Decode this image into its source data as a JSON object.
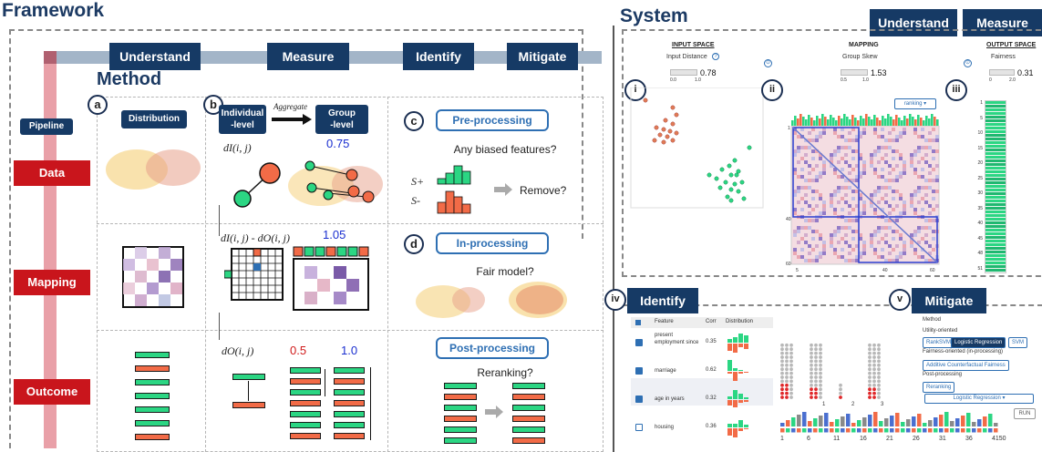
{
  "framework": {
    "title": "Framework",
    "stages": [
      "Understand",
      "Measure",
      "Identify",
      "Mitigate"
    ],
    "method_title": "Method",
    "pipeline_label": "Pipeline",
    "rows": [
      "Data",
      "Mapping",
      "Outcome"
    ],
    "a": {
      "label": "a",
      "title": "Distribution"
    },
    "b": {
      "label": "b",
      "individual": "Individual\n-level",
      "aggregate": "Aggregate",
      "group": "Group\n-level",
      "dist_i": "dI(i, j)",
      "val1": "0.75",
      "dist_diff": "dI(i, j) - dO(i, j)",
      "val2": "1.05",
      "dist_o": "dO(i, j)",
      "val3a": "0.5",
      "val3b": "1.0"
    },
    "c": {
      "label": "c",
      "title": "Pre-processing",
      "question": "Any biased features?",
      "s_plus": "S+",
      "s_minus": "S-",
      "action": "Remove?"
    },
    "d": {
      "label": "d",
      "title": "In-processing",
      "question": "Fair model?"
    },
    "e": {
      "title": "Post-processing",
      "question": "Reranking?"
    }
  },
  "system": {
    "title": "System",
    "tabs": [
      "Understand",
      "Measure"
    ],
    "input_space": {
      "title": "INPUT SPACE",
      "metric": "Input Distance",
      "value": "0.78",
      "min": "0.0",
      "max": "1.0",
      "badge": "i"
    },
    "mapping": {
      "title": "MAPPING",
      "metric": "Group Skew",
      "value": "1.53",
      "min": "0.5",
      "max": "1.0",
      "badge": "ii",
      "dropdown": "ranking ▾",
      "ticks_y": [
        "1",
        "40",
        "60"
      ],
      "ticks_x": [
        "5",
        "40",
        "60"
      ]
    },
    "output_space": {
      "title": "OUTPUT SPACE",
      "metric": "Fairness",
      "value": "0.31",
      "min": "0",
      "max": "2.0",
      "badge": "iii",
      "ticks": [
        "1",
        "5",
        "10",
        "15",
        "20",
        "25",
        "30",
        "35",
        "40",
        "45",
        "48",
        "51"
      ]
    },
    "identify": {
      "badge": "iv",
      "title": "Identify",
      "headers": [
        "Feature",
        "Corr",
        "Distribution"
      ],
      "rows": [
        {
          "feature": "present employment since",
          "corr": "0.35",
          "checked": true
        },
        {
          "feature": "marriage",
          "corr": "0.62",
          "checked": true
        },
        {
          "feature": "age in years",
          "corr": "0.32",
          "checked": true
        },
        {
          "feature": "housing",
          "corr": "0.36",
          "checked": false
        }
      ],
      "hist_ticks": [
        "1",
        "2",
        "3"
      ]
    },
    "mitigate": {
      "badge": "v",
      "title": "Mitigate",
      "method": "Method",
      "utility": "Utility-oriented",
      "utility_opts": [
        "RankSVM",
        "Logistic Regression",
        "SVM"
      ],
      "fairness": "Fairness-oriented (in-processing)",
      "fairness_opts": [
        "Additive Counterfactual Fairness"
      ],
      "post": "Post-processing",
      "post_opts": [
        "Reranking"
      ],
      "select": "Logistic Regression ▾",
      "run": "RUN",
      "axis": [
        "1",
        "6",
        "11",
        "16",
        "21",
        "26",
        "31",
        "36",
        "4150"
      ]
    }
  },
  "colors": {
    "navy": "#163a65",
    "red": "#c9151c",
    "green": "#2bd683",
    "orange": "#f26b47",
    "blue": "#2e6fb3",
    "pink": "#e8a0a6"
  }
}
